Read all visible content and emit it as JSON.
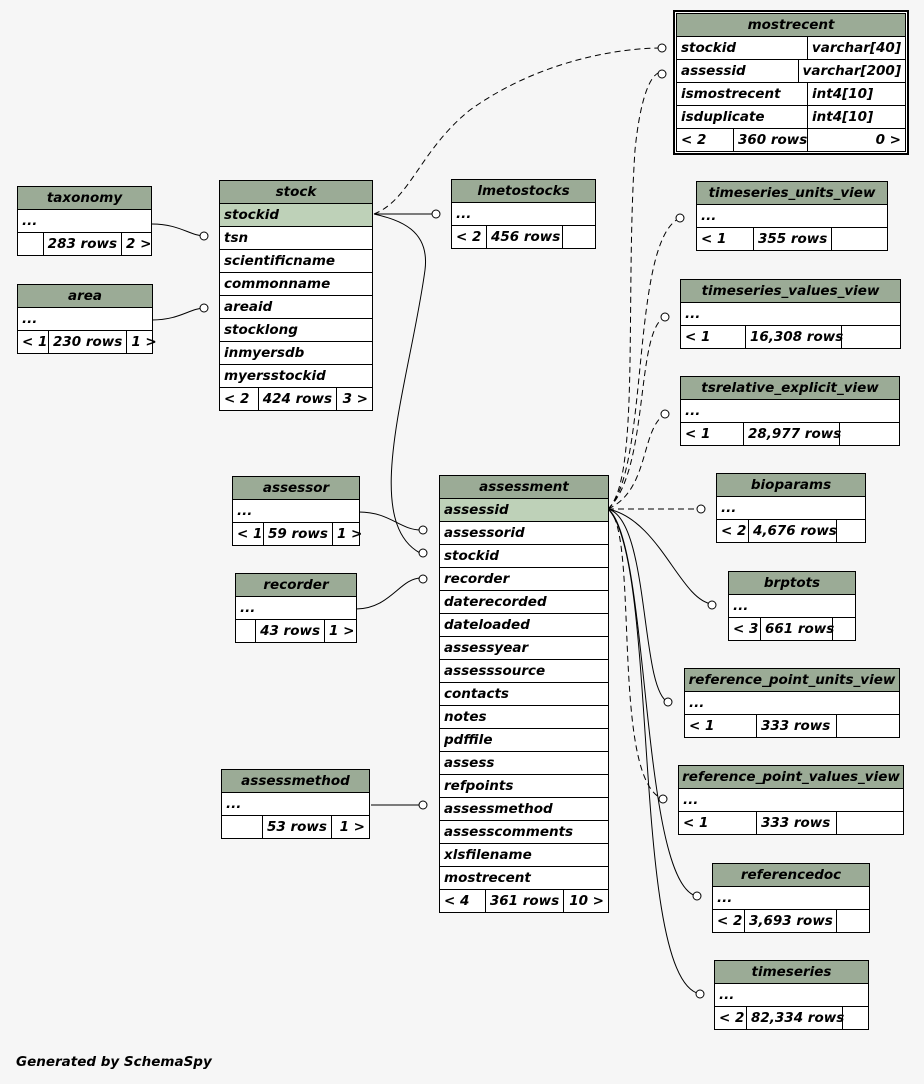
{
  "footer_text": "Generated by SchemaSpy",
  "tables": {
    "mostrecent": {
      "name": "mostrecent",
      "columns": [
        {
          "name": "stockid",
          "type": "varchar[40]"
        },
        {
          "name": "assessid",
          "type": "varchar[200]"
        },
        {
          "name": "ismostrecent",
          "type": "int4[10]"
        },
        {
          "name": "isduplicate",
          "type": "int4[10]"
        }
      ],
      "parents": "< 2",
      "rows": "360 rows",
      "children": "0 >"
    },
    "taxonomy": {
      "name": "taxonomy",
      "columns": [
        "..."
      ],
      "parents": "",
      "rows": "283 rows",
      "children": "2 >"
    },
    "area": {
      "name": "area",
      "columns": [
        "..."
      ],
      "parents": "< 1",
      "rows": "230 rows",
      "children": "1 >"
    },
    "stock": {
      "name": "stock",
      "columns": [
        "stockid",
        "tsn",
        "scientificname",
        "commonname",
        "areaid",
        "stocklong",
        "inmyersdb",
        "myersstockid"
      ],
      "parents": "< 2",
      "rows": "424 rows",
      "children": "3 >"
    },
    "lmetostocks": {
      "name": "lmetostocks",
      "columns": [
        "..."
      ],
      "parents": "< 2",
      "rows": "456 rows",
      "children": ""
    },
    "timeseries_units_view": {
      "name": "timeseries_units_view",
      "columns": [
        "..."
      ],
      "parents": "< 1",
      "rows": "355 rows",
      "children": ""
    },
    "timeseries_values_view": {
      "name": "timeseries_values_view",
      "columns": [
        "..."
      ],
      "parents": "< 1",
      "rows": "16,308 rows",
      "children": ""
    },
    "tsrelative_explicit_view": {
      "name": "tsrelative_explicit_view",
      "columns": [
        "..."
      ],
      "parents": "< 1",
      "rows": "28,977 rows",
      "children": ""
    },
    "bioparams": {
      "name": "bioparams",
      "columns": [
        "..."
      ],
      "parents": "< 2",
      "rows": "4,676 rows",
      "children": ""
    },
    "brptots": {
      "name": "brptots",
      "columns": [
        "..."
      ],
      "parents": "< 3",
      "rows": "661 rows",
      "children": ""
    },
    "reference_point_units_view": {
      "name": "reference_point_units_view",
      "columns": [
        "..."
      ],
      "parents": "< 1",
      "rows": "333 rows",
      "children": ""
    },
    "reference_point_values_view": {
      "name": "reference_point_values_view",
      "columns": [
        "..."
      ],
      "parents": "< 1",
      "rows": "333 rows",
      "children": ""
    },
    "referencedoc": {
      "name": "referencedoc",
      "columns": [
        "..."
      ],
      "parents": "< 2",
      "rows": "3,693 rows",
      "children": ""
    },
    "timeseries": {
      "name": "timeseries",
      "columns": [
        "..."
      ],
      "parents": "< 2",
      "rows": "82,334 rows",
      "children": ""
    },
    "assessor": {
      "name": "assessor",
      "columns": [
        "..."
      ],
      "parents": "< 1",
      "rows": "59 rows",
      "children": "1 >"
    },
    "recorder": {
      "name": "recorder",
      "columns": [
        "..."
      ],
      "parents": "",
      "rows": "43 rows",
      "children": "1 >"
    },
    "assessmethod": {
      "name": "assessmethod",
      "columns": [
        "..."
      ],
      "parents": "",
      "rows": "53 rows",
      "children": "1 >"
    },
    "assessment": {
      "name": "assessment",
      "columns": [
        "assessid",
        "assessorid",
        "stockid",
        "recorder",
        "daterecorded",
        "dateloaded",
        "assessyear",
        "assesssource",
        "contacts",
        "notes",
        "pdffile",
        "assess",
        "refpoints",
        "assessmethod",
        "assesscomments",
        "xlsfilename",
        "mostrecent"
      ],
      "parents": "< 4",
      "rows": "361 rows",
      "children": "10 >"
    }
  }
}
